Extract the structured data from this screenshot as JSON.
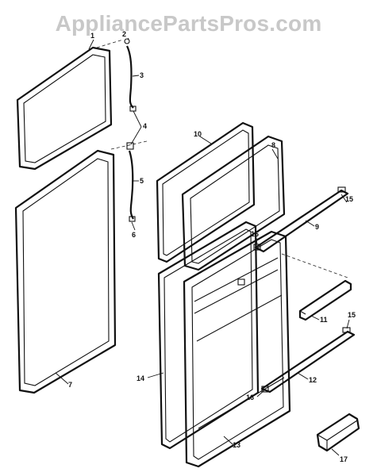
{
  "watermark": "AppliancePartsPros.com",
  "callouts": [
    "1",
    "2",
    "3",
    "4",
    "5",
    "6",
    "7",
    "8",
    "9",
    "10",
    "11",
    "12",
    "13",
    "14",
    "15",
    "16",
    "16",
    "15",
    "17"
  ]
}
